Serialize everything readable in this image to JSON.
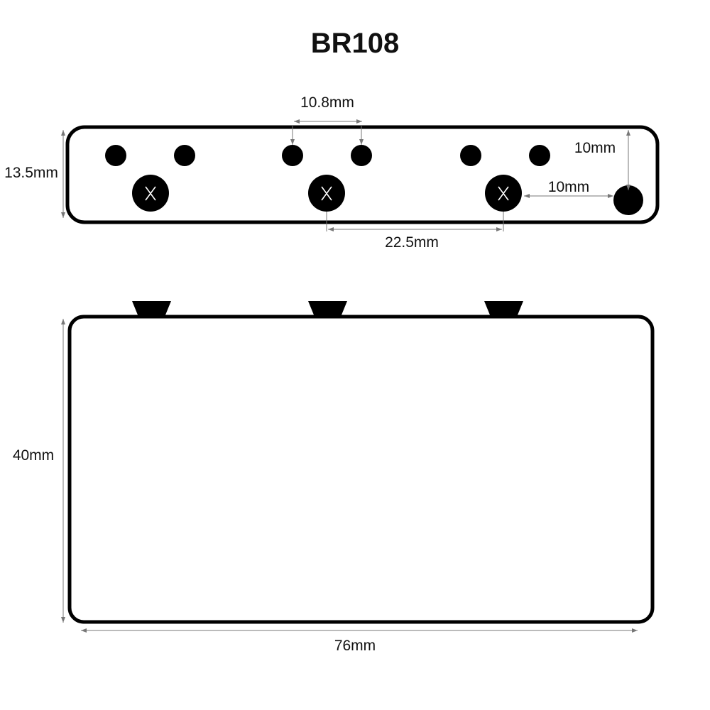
{
  "title": "BR108",
  "colors": {
    "outline": "#000000",
    "dimension_line": "#777777",
    "text": "#111111",
    "background": "#ffffff"
  },
  "top_view": {
    "labels": {
      "hole_spacing": "10.8mm",
      "height": "13.5mm",
      "corner_vertical": "10mm",
      "corner_horizontal": "10mm",
      "screw_spacing": "22.5mm"
    }
  },
  "front_view": {
    "labels": {
      "height": "40mm",
      "width": "76mm"
    }
  }
}
